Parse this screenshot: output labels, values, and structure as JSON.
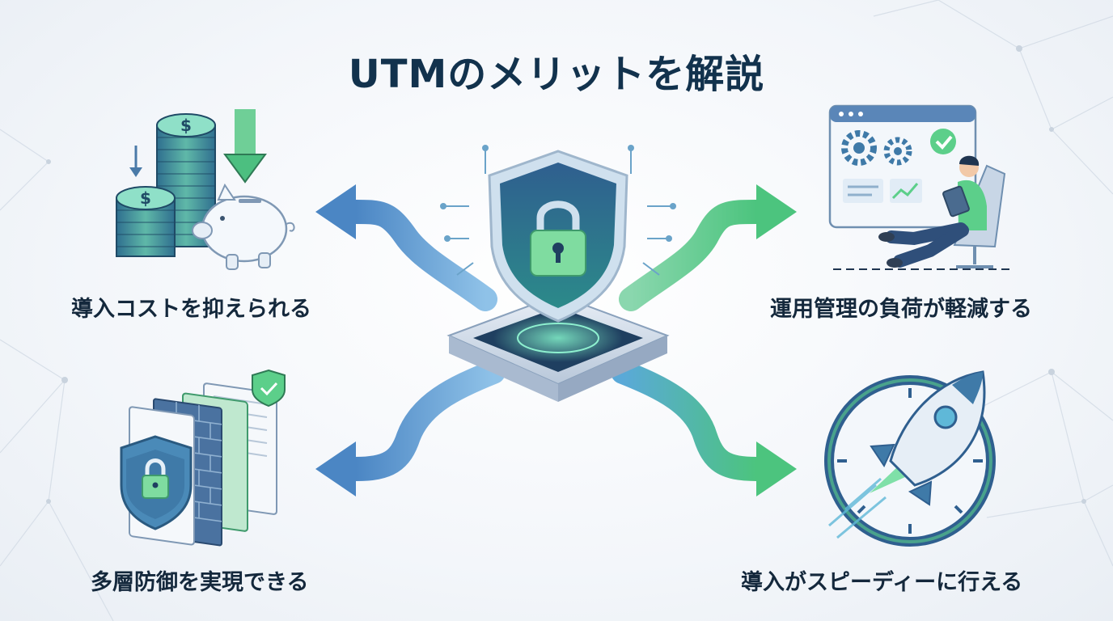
{
  "title": "UTMのメリットを解説",
  "benefits": {
    "cost": "導入コストを抑えられる",
    "operations": "運用管理の負荷が軽減する",
    "multilayer": "多層防御を実現できる",
    "speed": "導入がスピーディーに行える"
  },
  "coin_symbol": "$",
  "icons": {
    "center": "shield-lock-icon",
    "cost": "coins-piggy-bank-icon",
    "operations": "dashboard-person-icon",
    "multilayer": "firewall-layers-icon",
    "speed": "rocket-clock-icon"
  },
  "colors": {
    "navy": "#12324d",
    "blue": "#4f8fc9",
    "green": "#5ccf8a",
    "teal": "#3aa7a0"
  }
}
